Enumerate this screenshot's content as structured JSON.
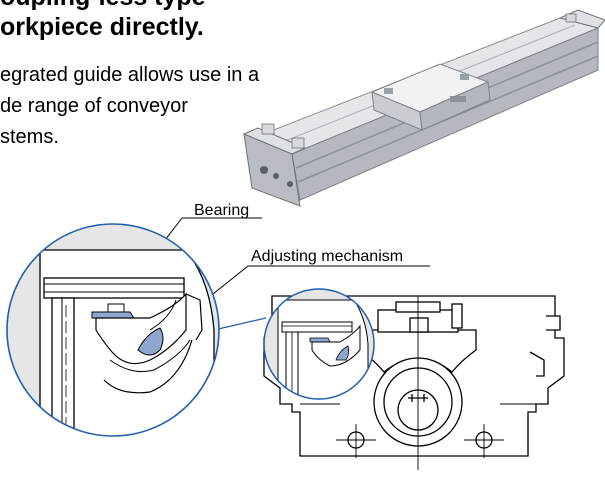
{
  "heading": {
    "line1": "oupling-less type",
    "line2": "orkpiece directly."
  },
  "description": {
    "line1": "egrated guide allows use in a",
    "line2": "de range of conveyor",
    "line3": "stems."
  },
  "callouts": {
    "bearing": "Bearing",
    "adjusting": "Adjusting mechanism"
  },
  "colors": {
    "callout_line": "#1f5fae",
    "bearing_fill": "#8fa7cf",
    "product_body": "#c4c8cd"
  }
}
